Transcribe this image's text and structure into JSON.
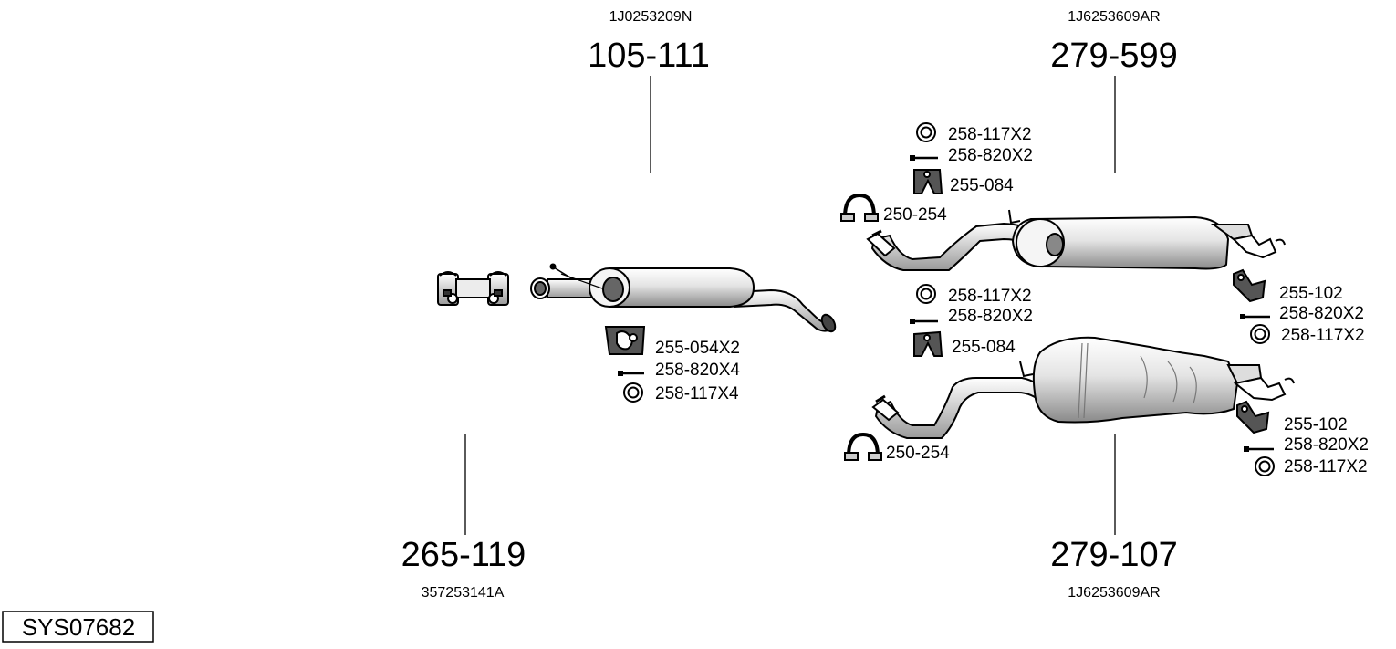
{
  "diagram": {
    "system_id": "SYS07682",
    "main_parts": [
      {
        "id": "p1",
        "part_number": "105-111",
        "oem_number": "1J0253209N"
      },
      {
        "id": "p2",
        "part_number": "279-599",
        "oem_number": "1J6253609AR"
      },
      {
        "id": "p3",
        "part_number": "265-119",
        "oem_number": "357253141A"
      },
      {
        "id": "p4",
        "part_number": "279-107",
        "oem_number": "1J6253609AR"
      }
    ],
    "accessories": {
      "center_hanger": "255-054X2",
      "center_bolt": "258-820X4",
      "center_ring": "258-117X4",
      "top_ring": "258-117X2",
      "top_bolt": "258-820X2",
      "top_hanger": "255-084",
      "top_clamp": "250-254",
      "top_right_hanger": "255-102",
      "top_right_bolt": "258-820X2",
      "top_right_ring": "258-117X2",
      "mid_ring": "258-117X2",
      "mid_bolt": "258-820X2",
      "mid_hanger": "255-084",
      "bottom_clamp": "250-254",
      "bottom_right_hanger": "255-102",
      "bottom_right_bolt": "258-820X2",
      "bottom_right_ring": "258-117X2"
    }
  }
}
